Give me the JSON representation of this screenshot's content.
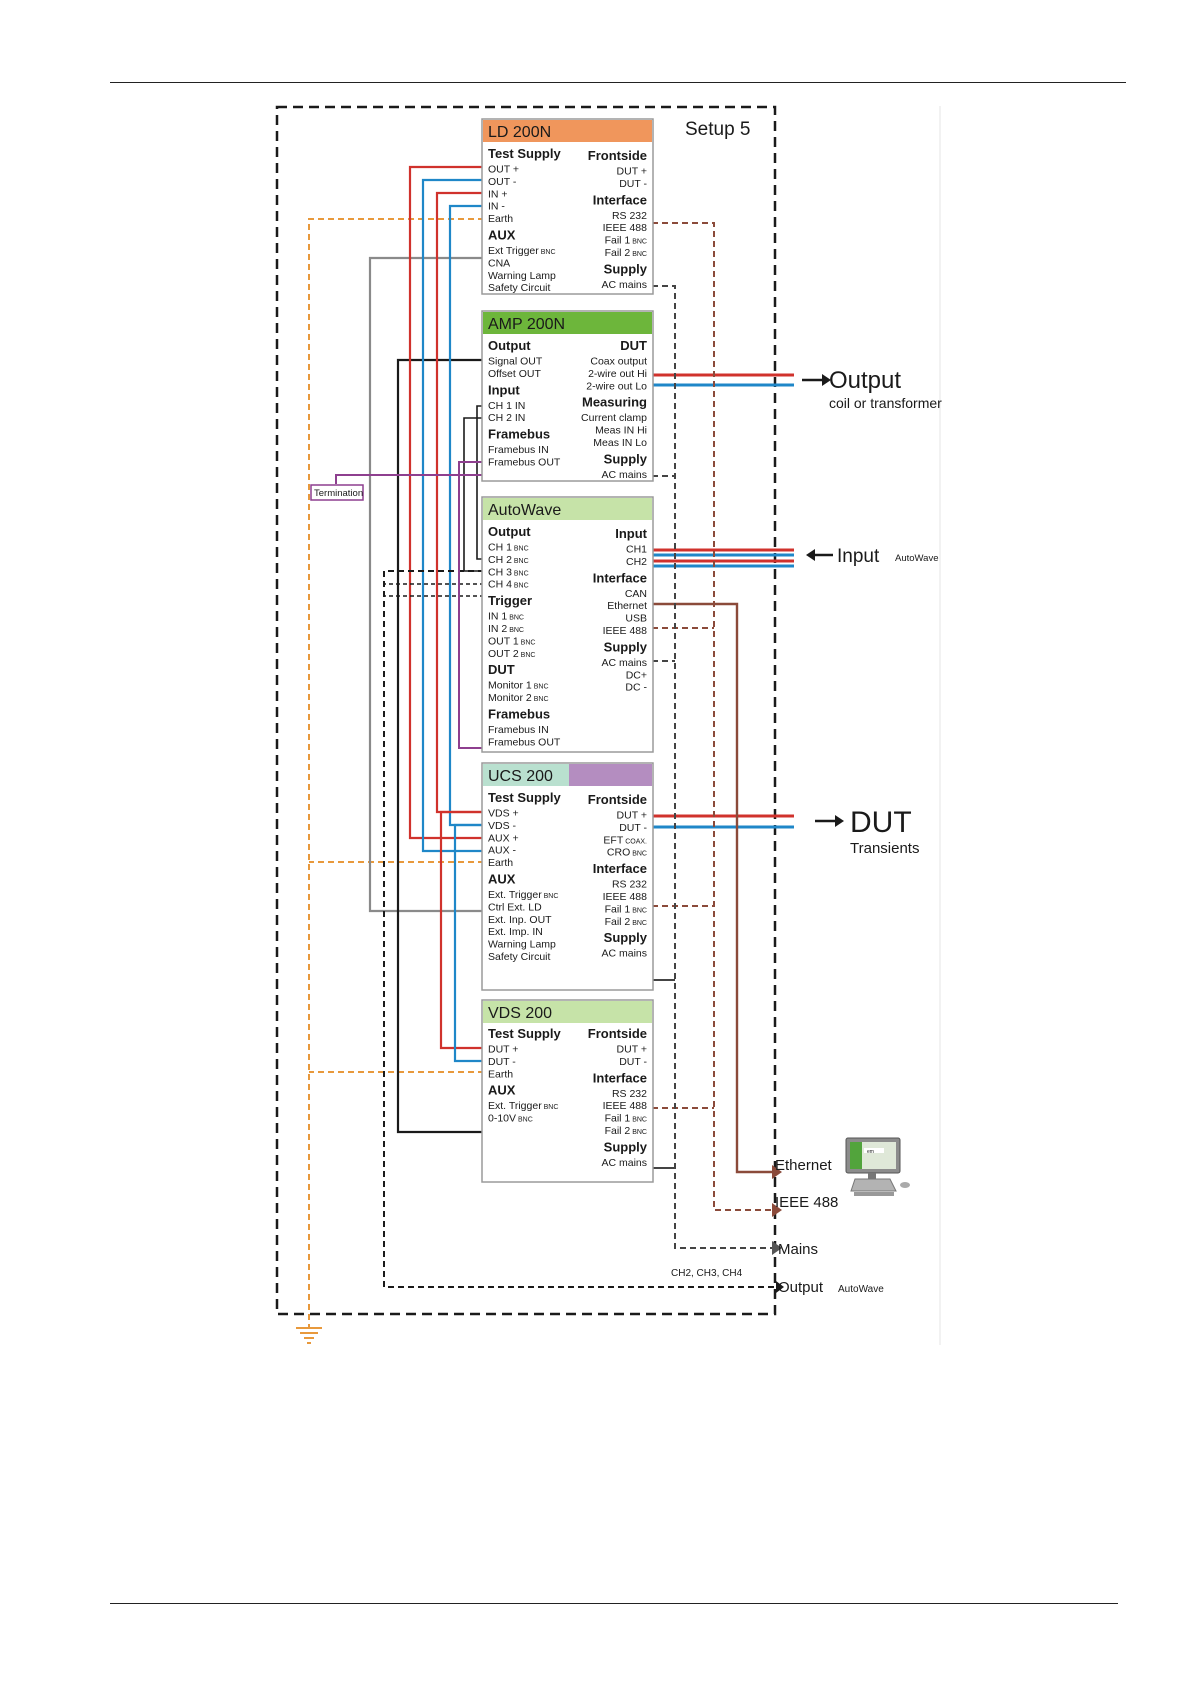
{
  "setup_title": "Setup 5",
  "colors": {
    "ld_header": "#f0965c",
    "amp_header": "#6db63b",
    "autowave_header": "#c6e3a8",
    "ucs_header_left": "#b9e0cf",
    "ucs_header_right": "#b48dc0",
    "vds_header": "#c6e3a8",
    "red": "#d0322c",
    "blue": "#1f87c8",
    "orange": "#e8993c",
    "gray": "#8a8a8a",
    "black": "#1a1a1a",
    "purple": "#8e3f8f",
    "brown": "#8b4a3a"
  },
  "modules": {
    "ld": {
      "title": "LD 200N",
      "left": [
        {
          "t": "Test Supply",
          "b": true
        },
        {
          "t": "OUT +"
        },
        {
          "t": "OUT -"
        },
        {
          "t": "IN +"
        },
        {
          "t": "IN  -"
        },
        {
          "t": "Earth"
        },
        {
          "t": "AUX",
          "b": true
        },
        {
          "t": "Ext Trigger",
          "s": "BNC"
        },
        {
          "t": "CNA"
        },
        {
          "t": "Warning Lamp"
        },
        {
          "t": "Safety Circuit"
        }
      ],
      "right": [
        {
          "t": "Frontside",
          "b": true
        },
        {
          "t": "DUT +"
        },
        {
          "t": "DUT  -"
        },
        {
          "t": "Interface",
          "b": true
        },
        {
          "t": "RS 232"
        },
        {
          "t": "IEEE 488"
        },
        {
          "t": "Fail 1",
          "s": "BNC"
        },
        {
          "t": "Fail 2",
          "s": "BNC"
        },
        {
          "t": "Supply",
          "b": true
        },
        {
          "t": "AC mains"
        }
      ]
    },
    "amp": {
      "title": "AMP 200N",
      "left": [
        {
          "t": "Output",
          "b": true
        },
        {
          "t": "Signal OUT"
        },
        {
          "t": "Offset OUT"
        },
        {
          "t": "Input",
          "b": true
        },
        {
          "t": "CH 1 IN"
        },
        {
          "t": "CH 2 IN"
        },
        {
          "t": "Framebus",
          "b": true
        },
        {
          "t": "Framebus IN"
        },
        {
          "t": "Framebus OUT"
        }
      ],
      "right": [
        {
          "t": "DUT",
          "b": true
        },
        {
          "t": "Coax output"
        },
        {
          "t": "2-wire out  Hi"
        },
        {
          "t": "2-wire out Lo"
        },
        {
          "t": "Measuring",
          "b": true
        },
        {
          "t": "Current clamp"
        },
        {
          "t": "Meas IN Hi"
        },
        {
          "t": "Meas IN Lo"
        },
        {
          "t": "Supply",
          "b": true
        },
        {
          "t": "AC mains"
        }
      ]
    },
    "autowave": {
      "title": "AutoWave",
      "left": [
        {
          "t": "Output",
          "b": true
        },
        {
          "t": "CH 1",
          "s": "BNC"
        },
        {
          "t": "CH 2",
          "s": "BNC"
        },
        {
          "t": "CH 3",
          "s": "BNC"
        },
        {
          "t": "CH 4",
          "s": "BNC"
        },
        {
          "t": "Trigger",
          "b": true
        },
        {
          "t": "IN 1",
          "s": "BNC"
        },
        {
          "t": "IN 2",
          "s": "BNC"
        },
        {
          "t": "OUT 1",
          "s": "BNC"
        },
        {
          "t": "OUT 2",
          "s": "BNC"
        },
        {
          "t": "DUT",
          "b": true
        },
        {
          "t": "Monitor 1",
          "s": "BNC"
        },
        {
          "t": "Monitor 2",
          "s": "BNC"
        },
        {
          "t": "Framebus",
          "b": true
        },
        {
          "t": "Framebus IN"
        },
        {
          "t": "Framebus OUT"
        }
      ],
      "right": [
        {
          "t": "Input",
          "b": true
        },
        {
          "t": "CH1"
        },
        {
          "t": "CH2"
        },
        {
          "t": "Interface",
          "b": true
        },
        {
          "t": "CAN"
        },
        {
          "t": "Ethernet"
        },
        {
          "t": "USB"
        },
        {
          "t": "IEEE 488"
        },
        {
          "t": "Supply",
          "b": true
        },
        {
          "t": "AC mains"
        },
        {
          "t": "DC+"
        },
        {
          "t": "DC -"
        }
      ]
    },
    "ucs": {
      "title": "UCS 200",
      "left": [
        {
          "t": "Test Supply",
          "b": true
        },
        {
          "t": "VDS +"
        },
        {
          "t": "VDS  -"
        },
        {
          "t": "AUX +"
        },
        {
          "t": "AUX  -"
        },
        {
          "t": "Earth"
        },
        {
          "t": "AUX",
          "b": true
        },
        {
          "t": "Ext. Trigger",
          "s": "BNC"
        },
        {
          "t": "Ctrl Ext.  LD"
        },
        {
          "t": "Ext. Inp. OUT"
        },
        {
          "t": "Ext. Imp. IN"
        },
        {
          "t": "Warning Lamp"
        },
        {
          "t": "Safety Circuit"
        }
      ],
      "right": [
        {
          "t": "Frontside",
          "b": true
        },
        {
          "t": "DUT +"
        },
        {
          "t": "DUT  -"
        },
        {
          "t": "EFT",
          "s": "Coax."
        },
        {
          "t": "CRO",
          "s": "BNC"
        },
        {
          "t": "Interface",
          "b": true
        },
        {
          "t": "RS 232"
        },
        {
          "t": "IEEE 488"
        },
        {
          "t": "Fail 1",
          "s": "BNC"
        },
        {
          "t": "Fail 2",
          "s": "BNC"
        },
        {
          "t": "Supply",
          "b": true
        },
        {
          "t": "AC mains"
        }
      ]
    },
    "vds": {
      "title": "VDS 200",
      "left": [
        {
          "t": "Test Supply",
          "b": true
        },
        {
          "t": "DUT +"
        },
        {
          "t": "DUT  -"
        },
        {
          "t": "Earth"
        },
        {
          "t": "AUX",
          "b": true
        },
        {
          "t": "Ext. Trigger",
          "s": "BNC"
        },
        {
          "t": "0-10V",
          "s": "BNC"
        }
      ],
      "right": [
        {
          "t": "Frontside",
          "b": true
        },
        {
          "t": "DUT +"
        },
        {
          "t": "DUT  -"
        },
        {
          "t": "Interface",
          "b": true
        },
        {
          "t": "RS 232"
        },
        {
          "t": "IEEE 488"
        },
        {
          "t": "Fail 1",
          "s": "BNC"
        },
        {
          "t": "Fail 2",
          "s": "BNC"
        },
        {
          "t": "Supply",
          "b": true
        },
        {
          "t": "AC mains"
        }
      ]
    }
  },
  "external": {
    "output": {
      "label": "Output",
      "sub": "coil or transformer"
    },
    "input": {
      "label": "Input",
      "sub": "AutoWave"
    },
    "dut": {
      "label": "DUT",
      "sub": "Transients"
    },
    "termination": "Termination",
    "ethernet": "Ethernet",
    "ieee": "IEEE 488",
    "mains": "Mains",
    "output_aw": {
      "label": "Output",
      "sub": "AutoWave"
    },
    "channels": "CH2, CH3, CH4",
    "pc_brand": "em"
  }
}
